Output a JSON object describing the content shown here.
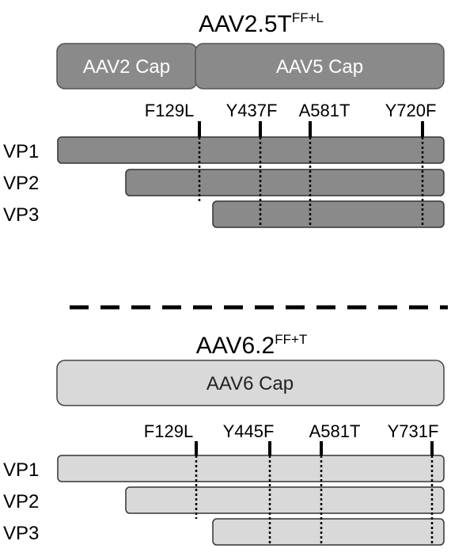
{
  "top_panel": {
    "title_main": "AAV2.5T",
    "title_sup": "FF+L",
    "capsid_segments": [
      {
        "label": "AAV2 Cap"
      },
      {
        "label": "AAV5 Cap"
      }
    ],
    "mutations": [
      "F129L",
      "Y437F",
      "A581T",
      "Y720F"
    ],
    "vp_labels": [
      "VP1",
      "VP2",
      "VP3"
    ],
    "colors": {
      "fill": "#8a8a8a",
      "label_text": "#ffffff"
    }
  },
  "bottom_panel": {
    "title_main": "AAV6.2",
    "title_sup": "FF+T",
    "capsid_segments": [
      {
        "label": "AAV6 Cap"
      }
    ],
    "mutations": [
      "F129L",
      "Y445F",
      "A581T",
      "Y731F"
    ],
    "vp_labels": [
      "VP1",
      "VP2",
      "VP3"
    ],
    "colors": {
      "fill": "#d9d9d9",
      "label_text": "#222222"
    }
  }
}
